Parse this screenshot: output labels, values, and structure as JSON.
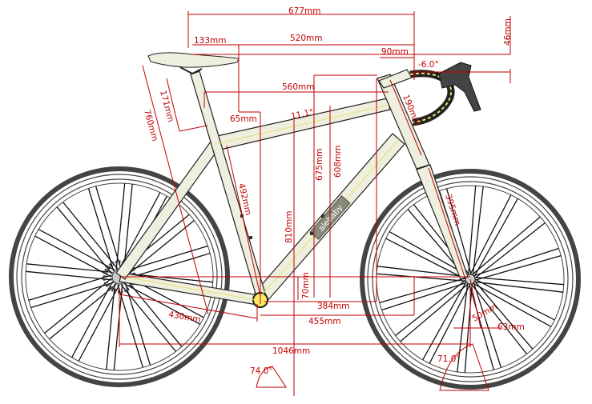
{
  "dimensions": {
    "top_overall": "677mm",
    "reach_saddle": "133mm",
    "reach_bars": "520mm",
    "stem_length": "90mm",
    "stem_rise": "46mm",
    "stem_angle": "-6.0°",
    "top_tube": "560mm",
    "seat_offset": "65mm",
    "saddle_height_short": "171mm",
    "seat_height": "760mm",
    "top_tube_angle": "11.1°",
    "stack_hb": "190mm",
    "stack_675": "675mm",
    "stack_608": "608mm",
    "seat_tube": "492mm",
    "bb_height": "810mm",
    "fork_length": "395mm",
    "bb_drop": "70mm",
    "front_center": "384mm",
    "wheel_front": "455mm",
    "chainstay": "430mm",
    "fork_offset": "50mm",
    "trail": "63mm",
    "wheelbase": "1046mm",
    "seat_angle": "74.0°",
    "head_angle": "71.0°"
  },
  "frame": {
    "downtube_label": "alebaby",
    "frame_color": "#efefdf",
    "accent_color": "#c00000",
    "stripe_color": "#e8e070"
  }
}
